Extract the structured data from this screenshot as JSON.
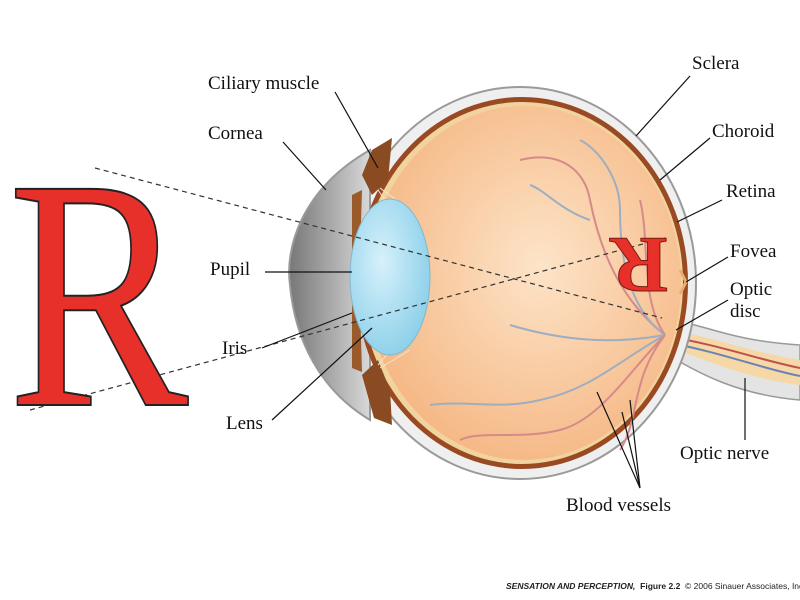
{
  "labels": {
    "ciliary_muscle": "Ciliary muscle",
    "cornea": "Cornea",
    "pupil": "Pupil",
    "iris": "Iris",
    "lens": "Lens",
    "sclera": "Sclera",
    "choroid": "Choroid",
    "retina": "Retina",
    "fovea": "Fovea",
    "optic_disc_1": "Optic",
    "optic_disc_2": "disc",
    "optic_nerve": "Optic nerve",
    "blood_vessels": "Blood vessels"
  },
  "object_letter": "R",
  "footer": {
    "book": "SENSATION AND PERCEPTION,",
    "figure": "Figure 2.2",
    "copyright": "© 2006 Sinauer Associates, Inc."
  },
  "colors": {
    "letter": "#e8302a",
    "eyeball": "#f8c79a",
    "lens": "#a8dcef",
    "choroid": "#9a4a22",
    "sclera": "#ececec"
  }
}
